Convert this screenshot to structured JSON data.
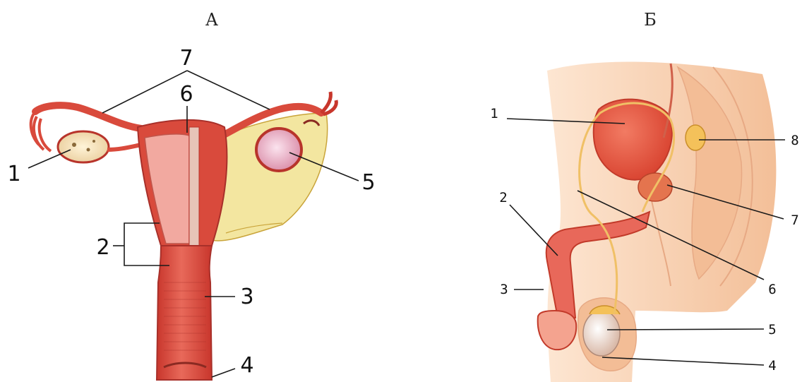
{
  "panels": {
    "a": {
      "title": "А",
      "labels": {
        "l1": "1",
        "l2": "2",
        "l3": "3",
        "l4": "4",
        "l5": "5",
        "l6": "6",
        "l7": "7"
      }
    },
    "b": {
      "title": "Б",
      "labels": {
        "l1": "1",
        "l2": "2",
        "l3": "3",
        "l4": "4",
        "l5": "5",
        "l6": "6",
        "l7": "7",
        "l8": "8"
      }
    }
  },
  "colors": {
    "tissue_red": "#d94a3c",
    "tissue_dark": "#b8342b",
    "tissue_pink": "#f2a9a0",
    "ligament_yellow": "#f3e6a0",
    "skin": "#f6c9a8",
    "skin_light": "#fbe0c8",
    "bladder": "#e85a45"
  }
}
